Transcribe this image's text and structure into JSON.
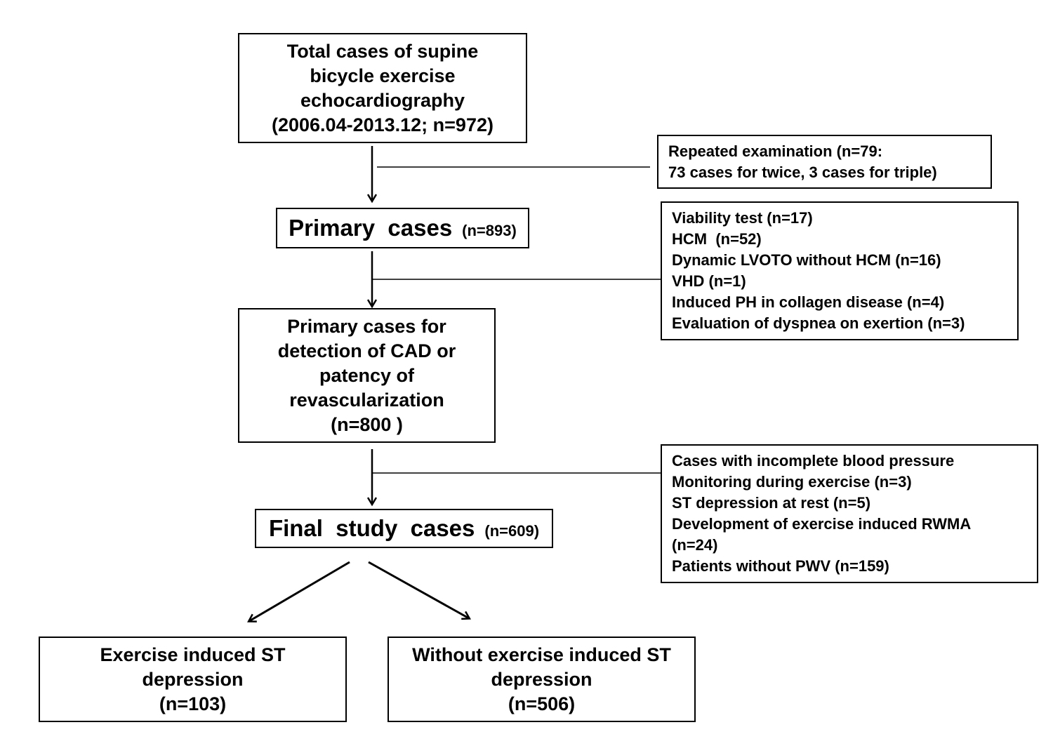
{
  "total_box": {
    "lines": [
      "Total cases of supine",
      "bicycle exercise",
      "echocardiography",
      "(2006.04-2013.12; n=972)"
    ]
  },
  "repeated_box": {
    "lines": [
      "Repeated examination (n=79:",
      "73 cases for twice, 3 cases for triple)"
    ]
  },
  "primary_box": {
    "title": "Primary  cases",
    "n": "(n=893)"
  },
  "exclusion1_box": {
    "lines": [
      "Viability test (n=17)",
      "HCM  (n=52)",
      "Dynamic LVOTO without HCM (n=16)",
      "VHD (n=1)",
      "Induced PH in collagen disease (n=4)",
      "Evaluation of dyspnea on exertion (n=3)"
    ]
  },
  "cad_box": {
    "lines": [
      "Primary cases for",
      "detection of CAD or",
      "patency of",
      "revascularization",
      "(n=800 )"
    ]
  },
  "exclusion2_box": {
    "lines": [
      "Cases with incomplete blood pressure",
      "Monitoring during exercise (n=3)",
      "ST depression at rest (n=5)",
      "Development of exercise induced RWMA",
      "(n=24)",
      "Patients without PWV (n=159)"
    ]
  },
  "final_box": {
    "title": "Final  study  cases",
    "n": "(n=609)"
  },
  "st_box": {
    "lines": [
      "Exercise induced ST",
      "depression",
      "(n=103)"
    ]
  },
  "no_st_box": {
    "lines": [
      "Without exercise induced ST",
      "depression",
      "(n=506)"
    ]
  }
}
